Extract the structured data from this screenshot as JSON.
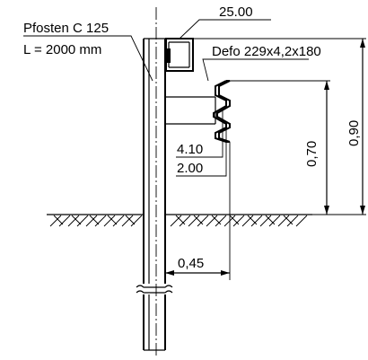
{
  "labels": {
    "post_name": "Pfosten C 125",
    "post_length": "L = 2000 mm",
    "spacer_size": "25.00",
    "defo_spec": "Defo 229x4,2x180",
    "dim_upper": "4.10",
    "dim_lower": "2.00",
    "offset_dim": "0,45",
    "height_dim_inner": "0,70",
    "height_dim_outer": "0,90"
  },
  "colors": {
    "line": "#000000",
    "background": "#ffffff"
  }
}
